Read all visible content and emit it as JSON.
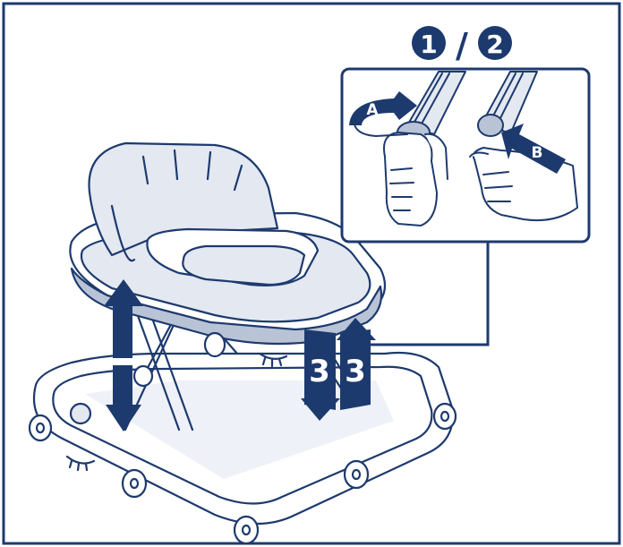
{
  "colors": {
    "ink": "#1d3a6e",
    "fill_light": "#e3e8f1",
    "fill_mid": "#b9c3d6",
    "background": "#ffffff"
  },
  "step_labels": {
    "step_one": "1",
    "separator": "/",
    "step_two": "2",
    "step_three_left": "3",
    "step_three_right": "3"
  },
  "detail_labels": {
    "arrow_a": "A",
    "arrow_b": "B"
  },
  "icons": [
    "up-down-arrow-icon",
    "curved-arrow-icon",
    "push-arrow-icon"
  ]
}
